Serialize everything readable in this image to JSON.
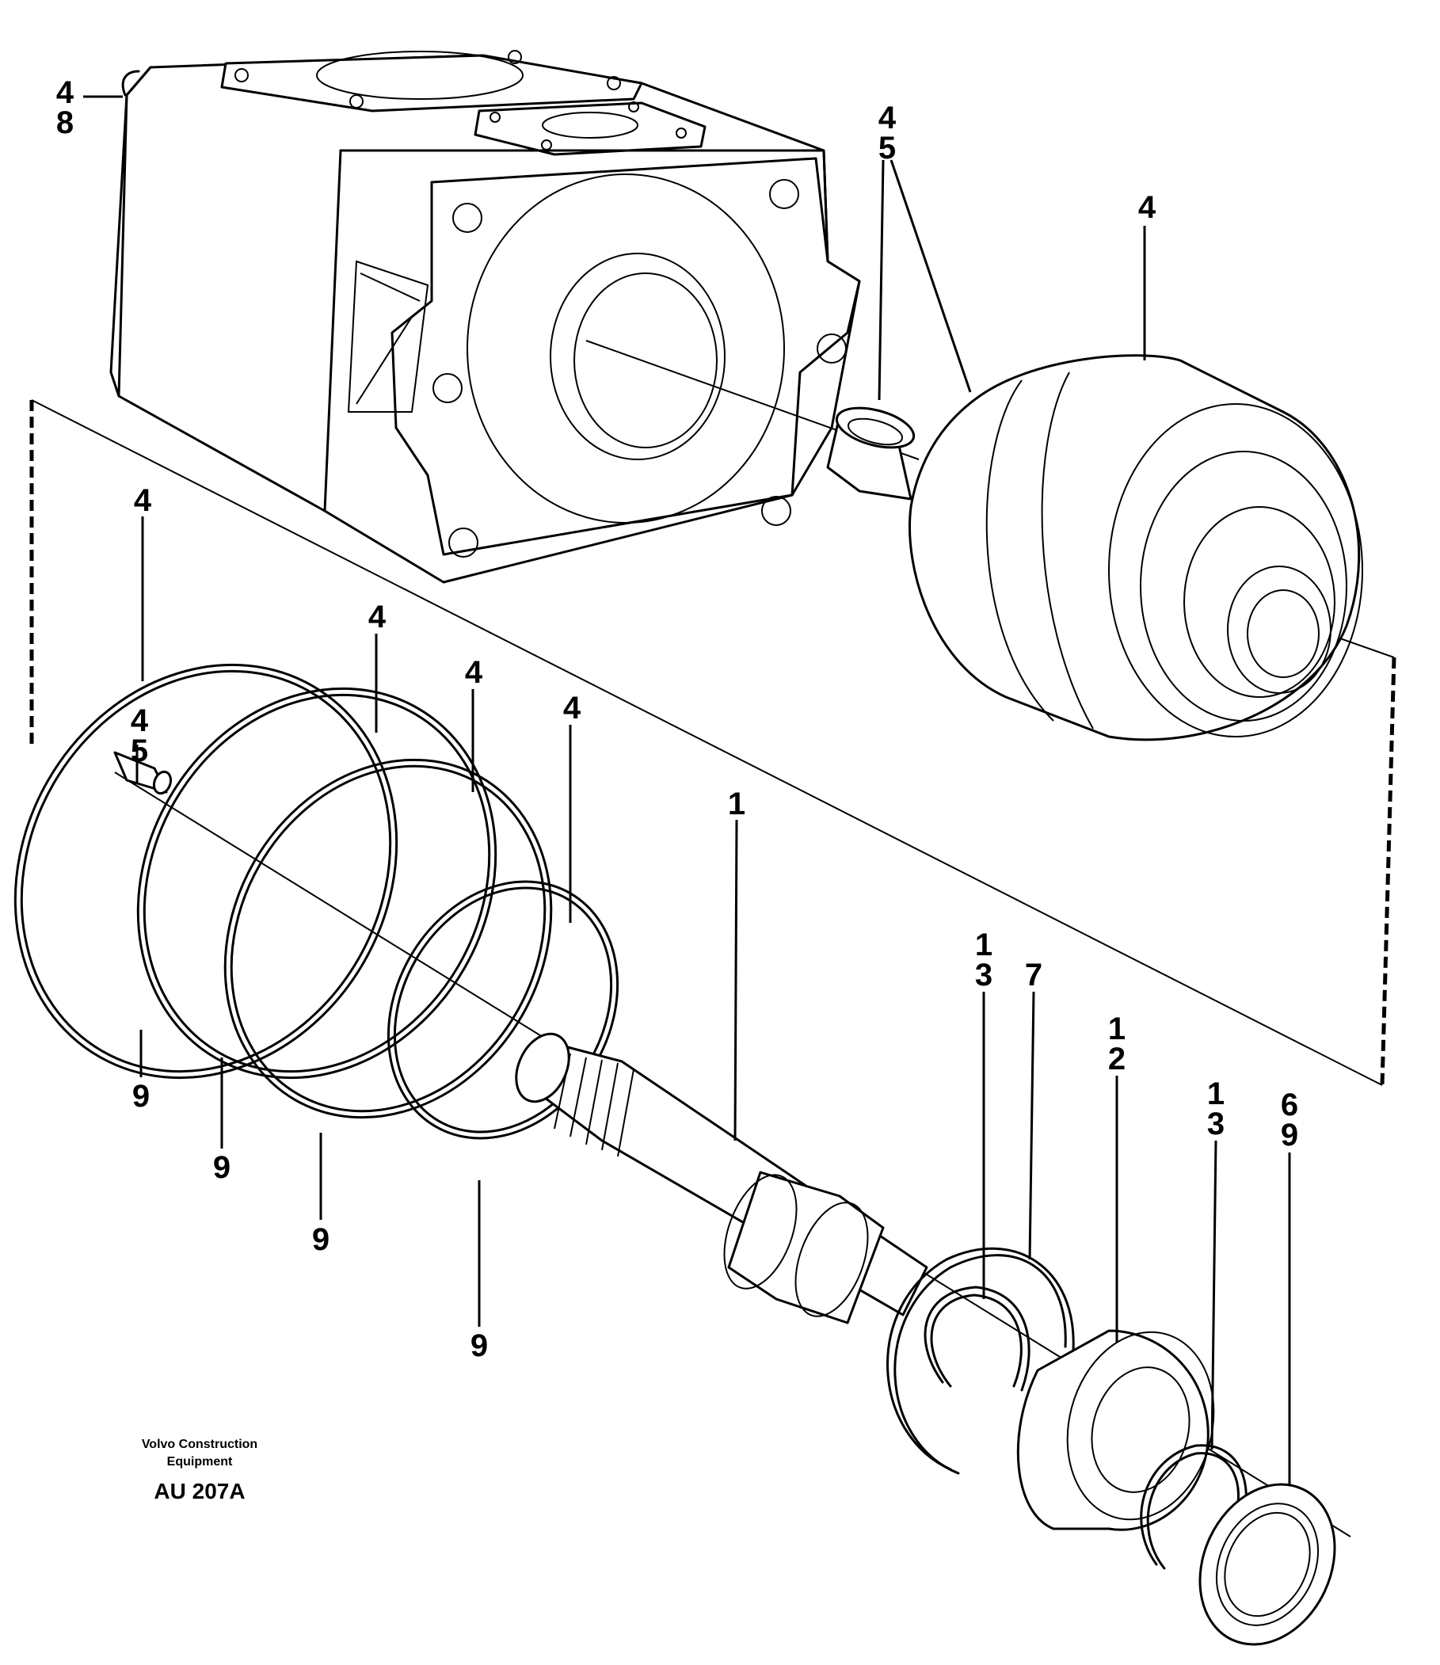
{
  "callouts": [
    {
      "id": "pump-housing",
      "lines": [
        "4",
        "8"
      ]
    },
    {
      "id": "bushing",
      "lines": [
        "4",
        "5"
      ]
    },
    {
      "id": "cartridge",
      "lines": [
        "4"
      ]
    },
    {
      "id": "ring-a-top",
      "lines": [
        "4"
      ]
    },
    {
      "id": "pin",
      "lines": [
        "4",
        "5"
      ]
    },
    {
      "id": "ring-b-top",
      "lines": [
        "4"
      ]
    },
    {
      "id": "ring-c-top",
      "lines": [
        "4"
      ]
    },
    {
      "id": "ring-d-top",
      "lines": [
        "4"
      ]
    },
    {
      "id": "shaft",
      "lines": [
        "1"
      ]
    },
    {
      "id": "ring-a-bottom",
      "lines": [
        "9"
      ]
    },
    {
      "id": "ring-b-bottom",
      "lines": [
        "9"
      ]
    },
    {
      "id": "ring-c-bottom",
      "lines": [
        "9"
      ]
    },
    {
      "id": "ring-d-bottom",
      "lines": [
        "9"
      ]
    },
    {
      "id": "retaining-ring-1",
      "lines": [
        "1",
        "3"
      ]
    },
    {
      "id": "washer",
      "lines": [
        "7"
      ]
    },
    {
      "id": "bearing",
      "lines": [
        "1",
        "2"
      ]
    },
    {
      "id": "retaining-ring-2",
      "lines": [
        "1",
        "3"
      ]
    },
    {
      "id": "shaft-seal",
      "lines": [
        "6",
        "9"
      ]
    }
  ],
  "caption": {
    "company_line1": "Volvo Construction",
    "company_line2": "Equipment",
    "figure_code": "AU 207A"
  }
}
